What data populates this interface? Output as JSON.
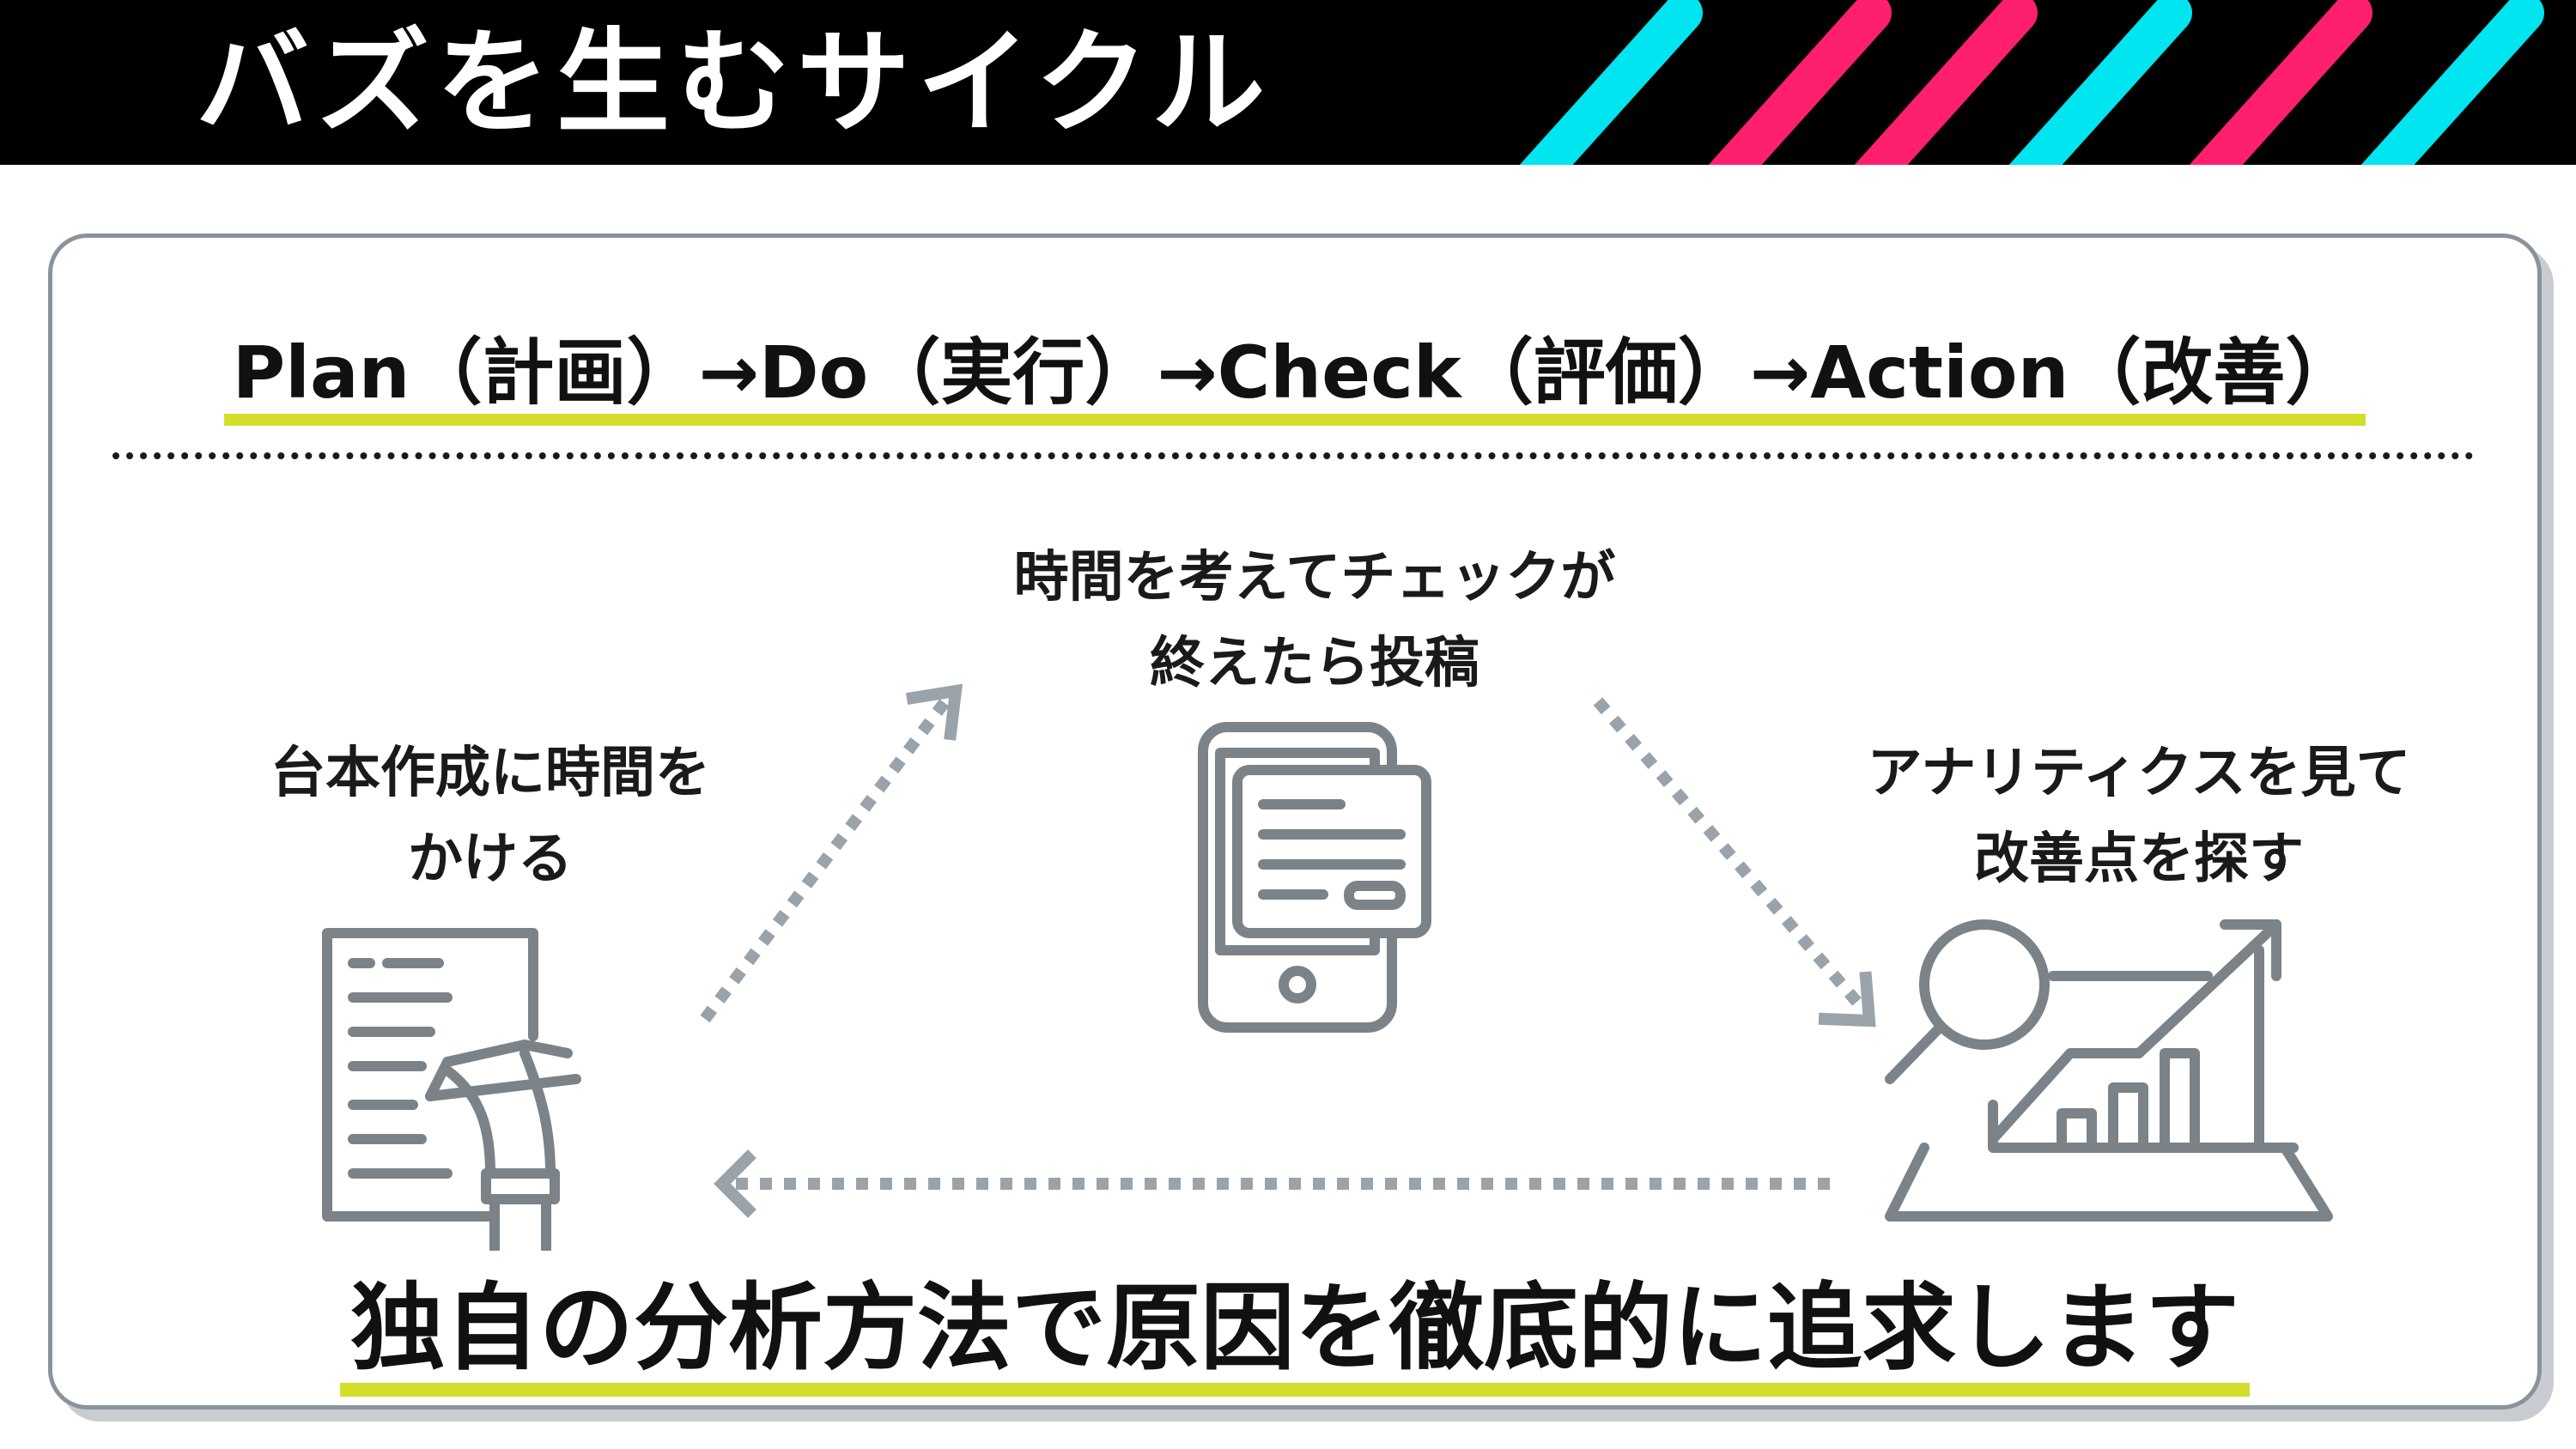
{
  "header": {
    "title": "バズを生むサイクル"
  },
  "cycle": {
    "pdca_text": "Plan（計画）→Do（実行）→Check（評価）→Action（改善）",
    "steps": [
      {
        "line1": "台本作成に時間を",
        "line2": "かける",
        "icon": "script-writing-icon"
      },
      {
        "line1": "時間を考えてチェックが",
        "line2": "終えたら投稿",
        "icon": "tablet-post-icon"
      },
      {
        "line1": "アナリティクスを見て",
        "line2": "改善点を探す",
        "icon": "analytics-icon"
      }
    ],
    "conclusion": "独自の分析方法で原因を徹底的に追求します"
  },
  "colors": {
    "header_bg": "#000000",
    "stripe_cyan": "#00e5f0",
    "stripe_pink": "#ff1f6e",
    "highlight": "#d3de2b",
    "icon_gray": "#7b8389",
    "arrow_gray": "#9aa3aa",
    "card_border": "#8a939b"
  }
}
